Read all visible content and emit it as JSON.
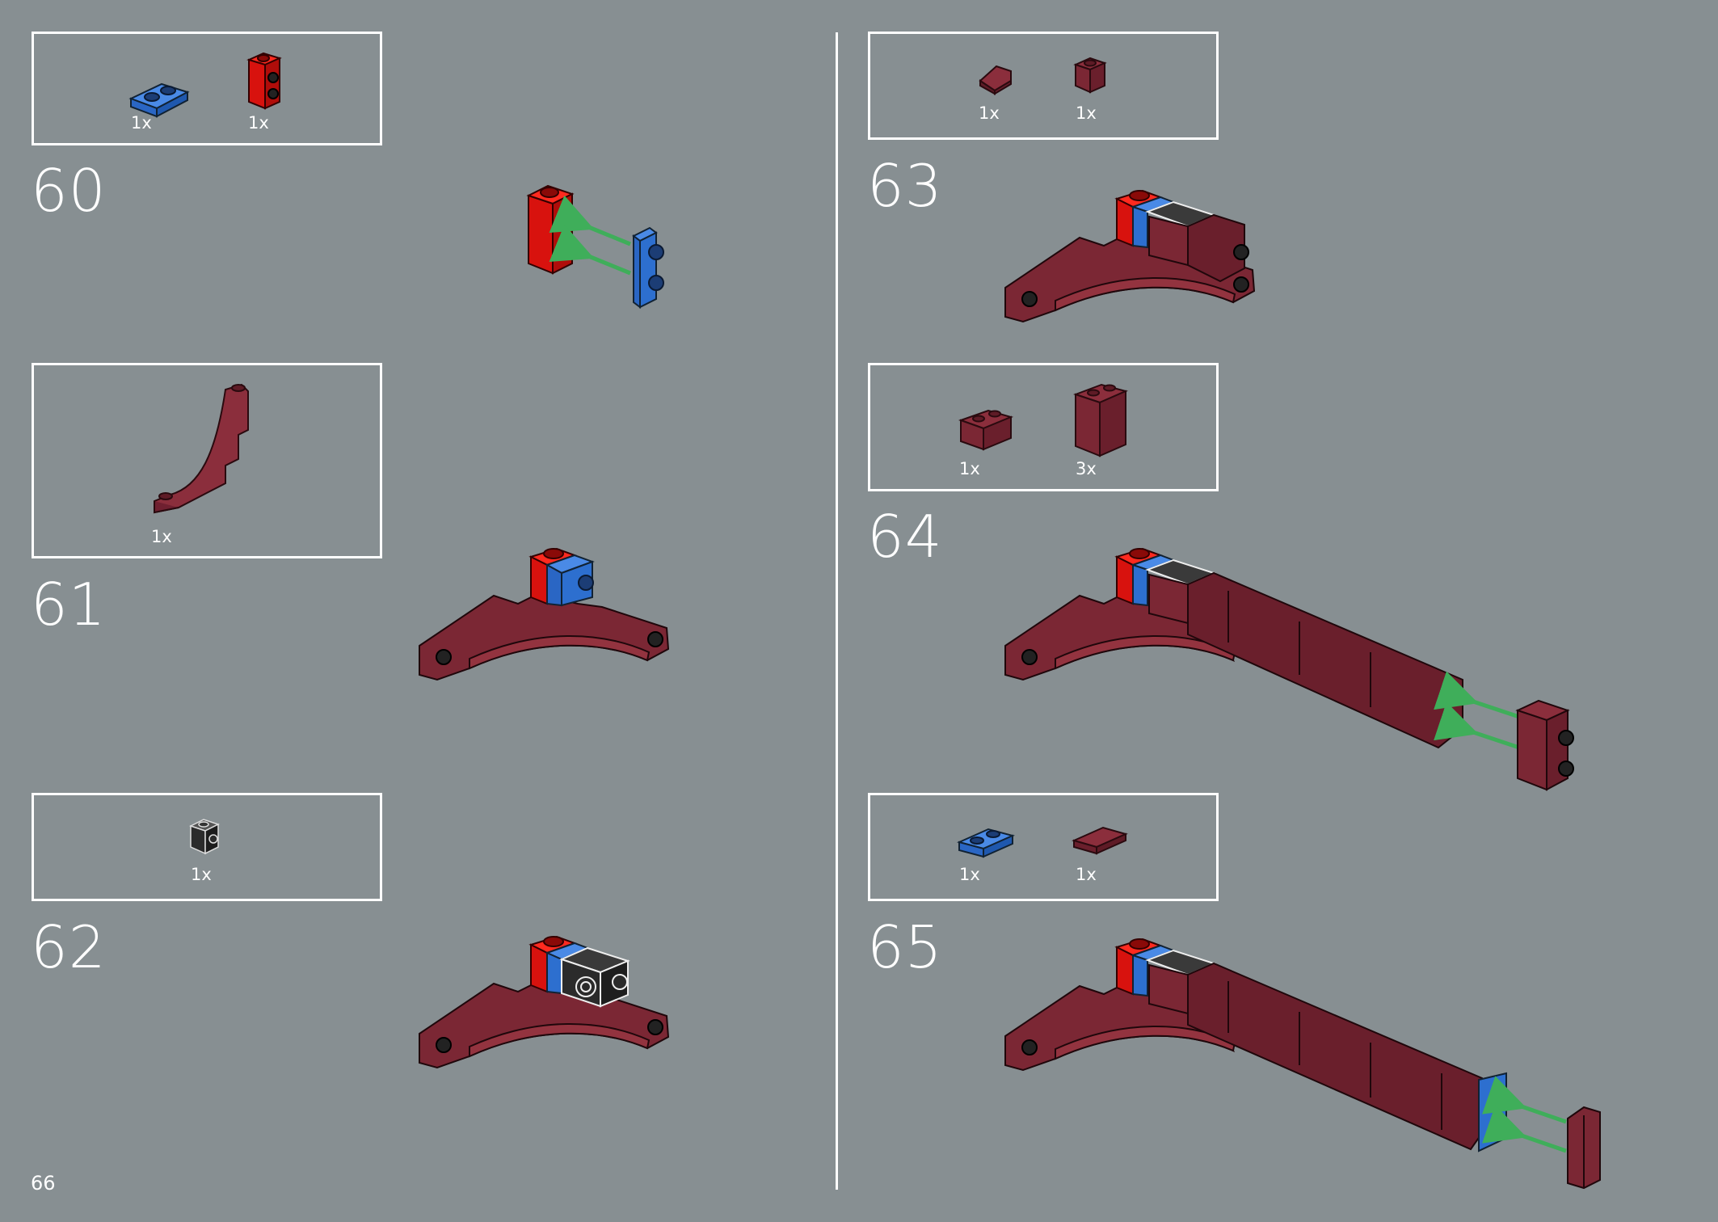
{
  "page_number": "66",
  "steps": [
    {
      "number": "60",
      "parts": [
        {
          "qty": "1x",
          "icon": "blue-1x2-plate-icon"
        },
        {
          "qty": "1x",
          "icon": "red-1x1x2-brick-studs-side-icon"
        }
      ]
    },
    {
      "number": "61",
      "parts": [
        {
          "qty": "1x",
          "icon": "dark-red-arch-curve-icon"
        }
      ]
    },
    {
      "number": "62",
      "parts": [
        {
          "qty": "1x",
          "icon": "black-1x1-brick-stud-side-icon"
        }
      ]
    },
    {
      "number": "63",
      "parts": [
        {
          "qty": "1x",
          "icon": "dark-red-slope-icon"
        },
        {
          "qty": "1x",
          "icon": "dark-red-1x1-brick-icon"
        }
      ]
    },
    {
      "number": "64",
      "parts": [
        {
          "qty": "1x",
          "icon": "dark-red-1x2-brick-icon"
        },
        {
          "qty": "3x",
          "icon": "dark-red-1x2x2-brick-icon"
        }
      ]
    },
    {
      "number": "65",
      "parts": [
        {
          "qty": "1x",
          "icon": "blue-1x2-plate-icon"
        },
        {
          "qty": "1x",
          "icon": "dark-red-1x2-tile-icon"
        }
      ]
    }
  ],
  "colors": {
    "background": "#878f92",
    "dark_red": "#7b2734",
    "red": "#d8120e",
    "blue": "#2d6fcf",
    "black": "#2b2b2b",
    "arrow_green": "#3fae5a"
  }
}
